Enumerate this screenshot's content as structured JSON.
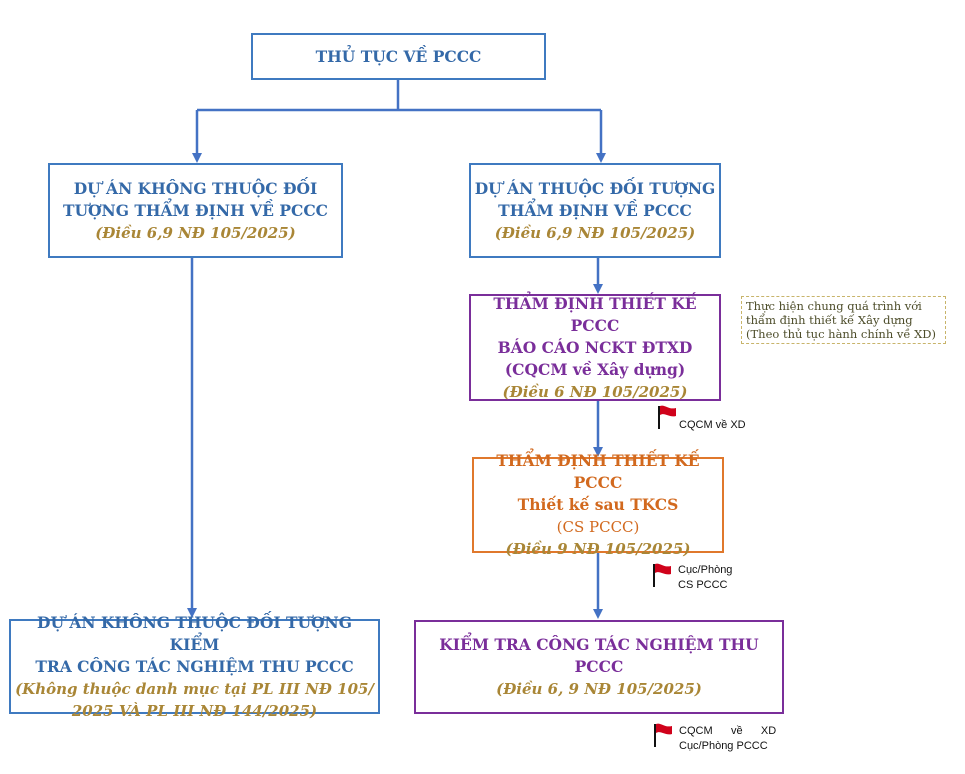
{
  "colors": {
    "arrow": "#4472c4",
    "blue": "#3469a8",
    "purple": "#7a2e9a",
    "orange": "#d2691e",
    "ref": "#a98636",
    "flag": "#d0021b"
  },
  "root": {
    "title": "THỦ TỤC VỀ PCCC"
  },
  "left_project": {
    "line1": "DỰ ÁN KHÔNG THUỘC ĐỐI",
    "line2": "TƯỢNG THẨM ĐỊNH VỀ PCCC",
    "ref": "(Điều 6,9 NĐ 105/2025)"
  },
  "right_project": {
    "line1": "DỰ ÁN THUỘC ĐỐI TƯỢNG",
    "line2": "THẨM ĐỊNH VỀ PCCC",
    "ref": "(Điều 6,9 NĐ 105/2025)"
  },
  "appraisal_feasibility": {
    "line1": "THẨM ĐỊNH THIẾT KẾ PCCC",
    "line2": "BÁO CÁO NCKT ĐTXD",
    "line3": "(CQCM về Xây dựng)",
    "ref": "(Điều 6 NĐ 105/2025)"
  },
  "note": {
    "line1": "Thực hiện chung quá trình với",
    "line2": "thẩm định thiết kế Xây dựng",
    "line3": "(Theo thủ tục hành chính về XD)"
  },
  "tag1": {
    "line1": "CQCM về XD"
  },
  "appraisal_design": {
    "line1": "THẨM ĐỊNH THIẾT KẾ PCCC",
    "line2": "Thiết kế sau TKCS",
    "line3": "(CS PCCC)",
    "ref": "(Điều 9 NĐ 105/2025)"
  },
  "tag2": {
    "line1": "Cục/Phòng",
    "line2": "CS PCCC"
  },
  "left_acceptance": {
    "line1": "DỰ ÁN KHÔNG THUỘC ĐỐI TƯỢNG KIỂM",
    "line2": "TRA CÔNG TÁC NGHIỆM THU PCCC",
    "ref1": "(Không thuộc danh mục tại PL III NĐ 105/",
    "ref2": "2025 VÀ PL III NĐ 144/2025)"
  },
  "acceptance_check": {
    "line1": "KIỂM TRA CÔNG TÁC NGHIỆM THU  PCCC",
    "ref": "(Điều 6, 9 NĐ 105/2025)"
  },
  "tag3": {
    "line1": "CQCM      về      XD",
    "line2": "Cục/Phòng PCCC"
  }
}
